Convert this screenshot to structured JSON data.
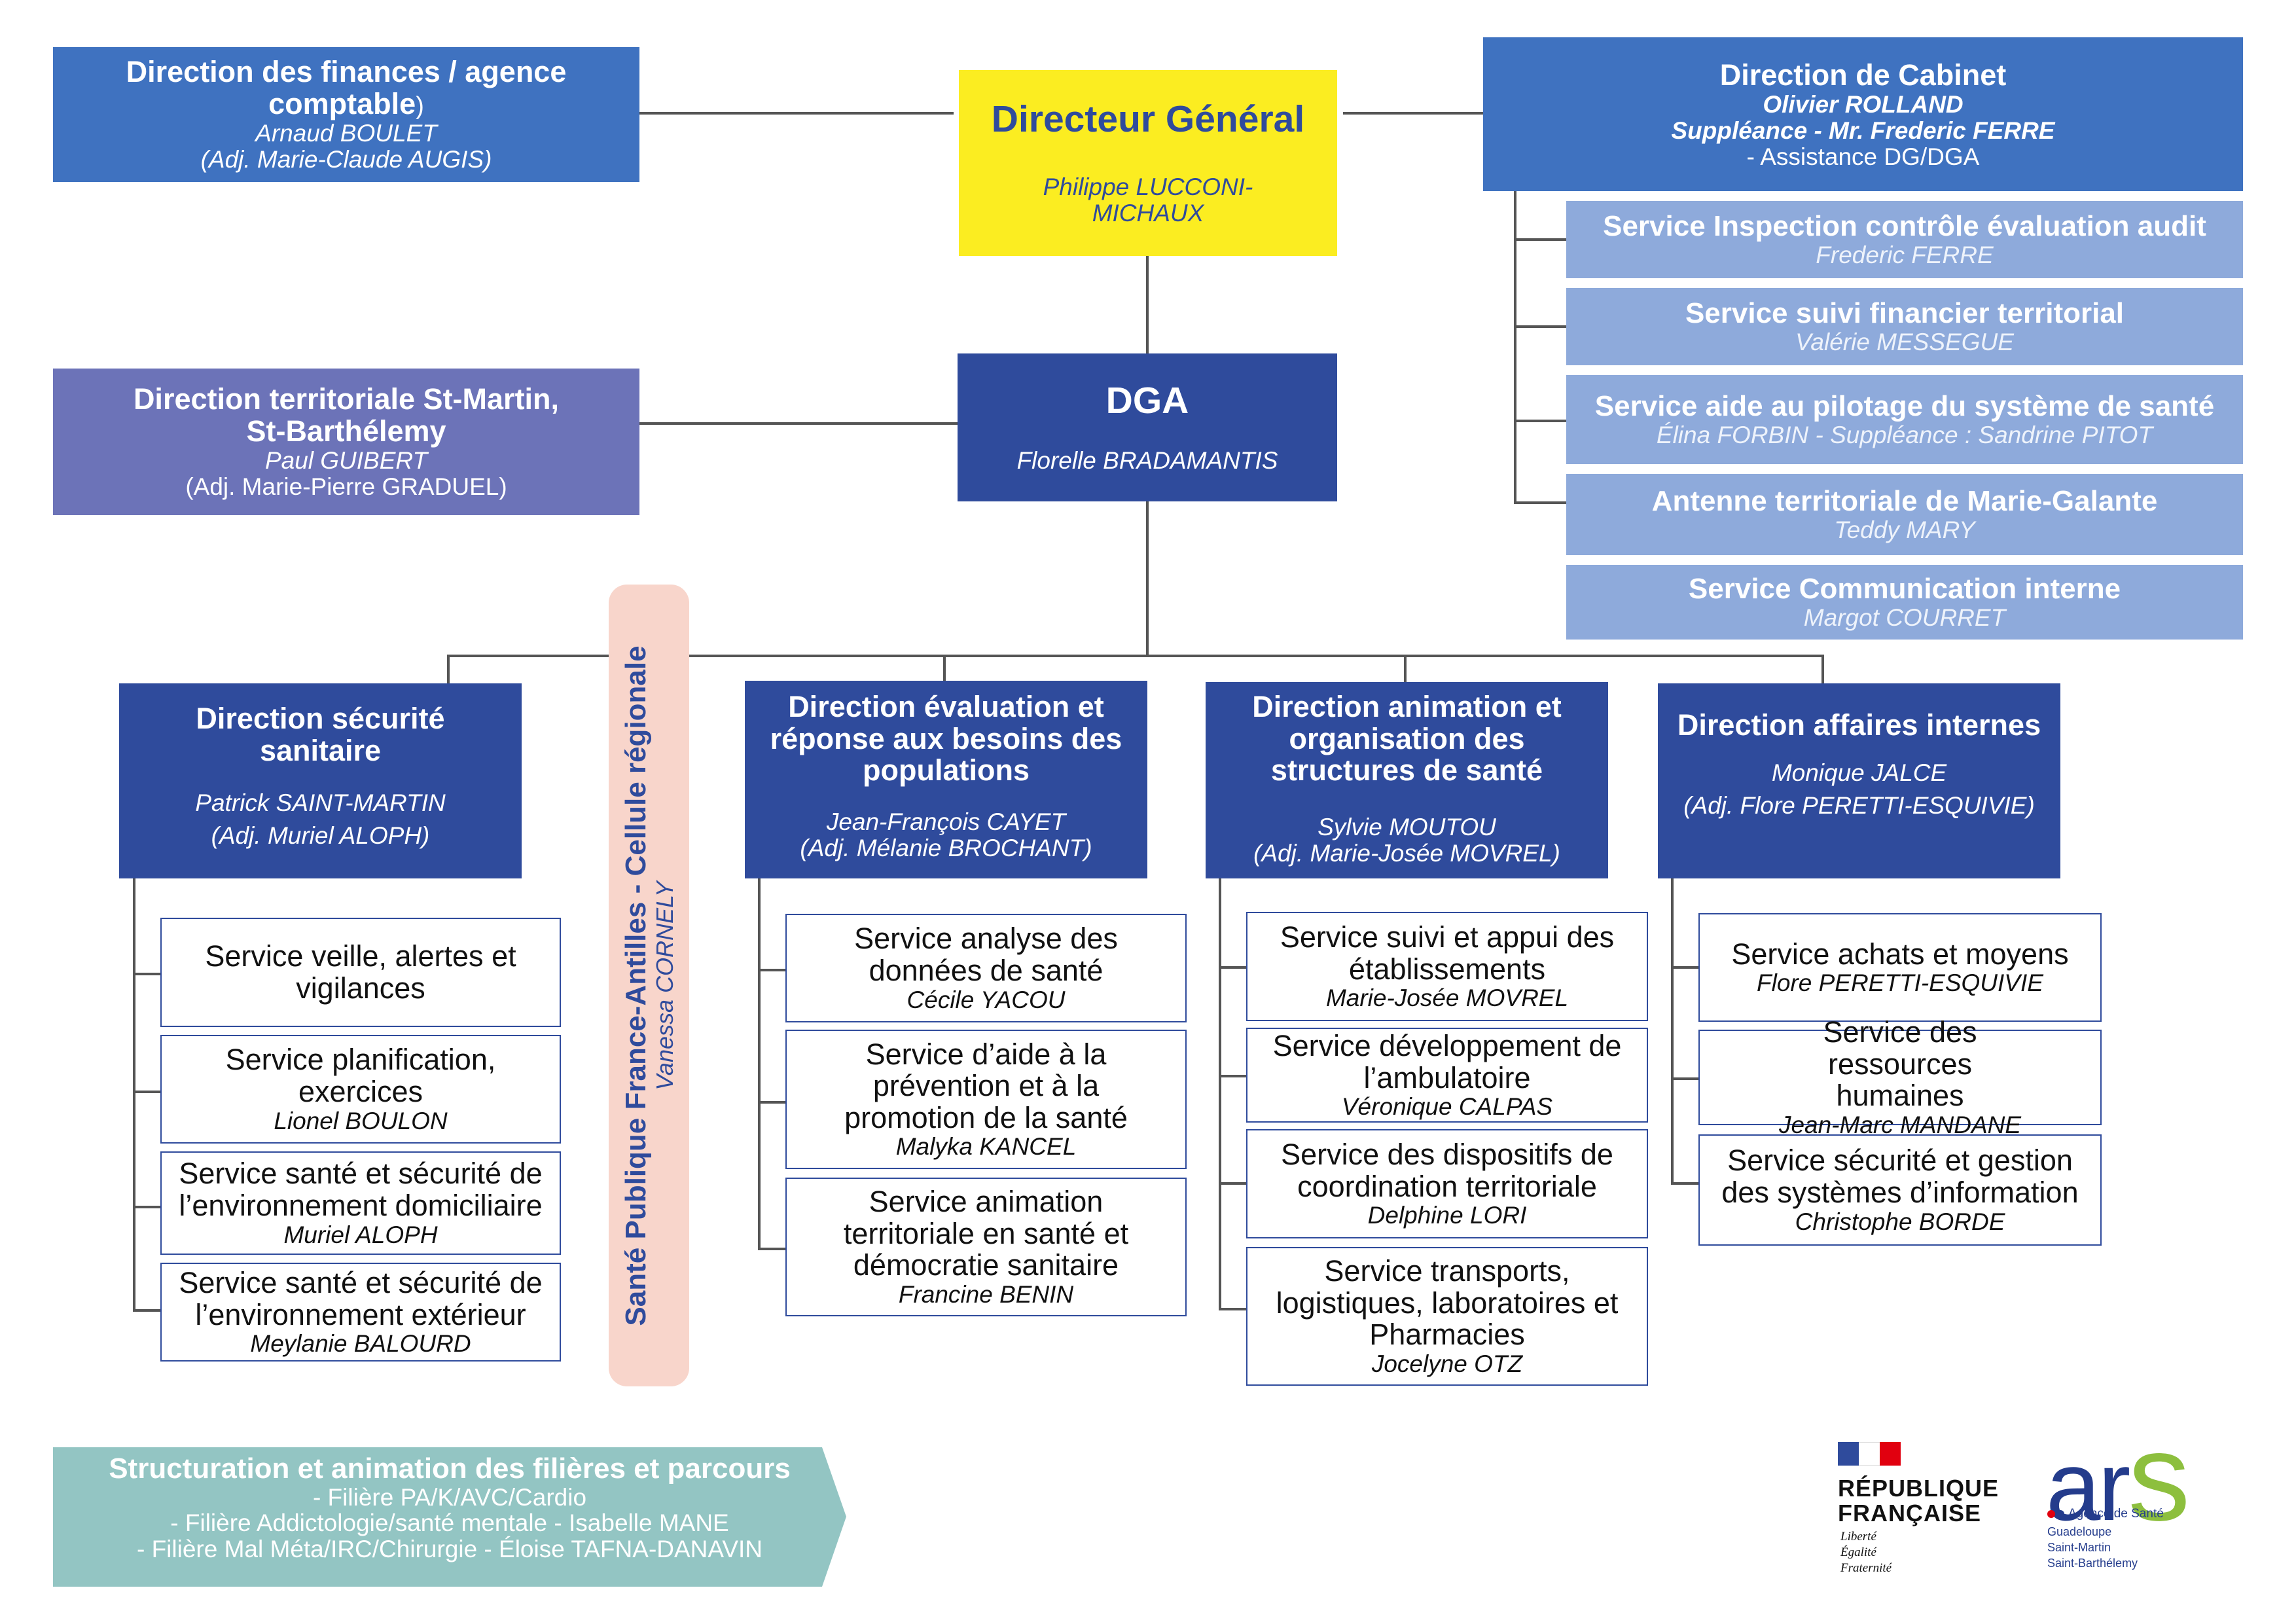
{
  "dg": {
    "title": "Directeur Général",
    "name": "Philippe LUCCONI-MICHAUX"
  },
  "dga": {
    "title": "DGA",
    "name": "Florelle BRADAMANTIS"
  },
  "finances": {
    "title": "Direction des finances / agence comptable",
    "paren": ")",
    "name": "Arnaud BOULET",
    "adj": "(Adj. Marie-Claude AUGIS)"
  },
  "territoriale": {
    "title": "Direction territoriale St-Martin, St-Barthélemy",
    "name": "Paul GUIBERT",
    "adj": "(Adj. Marie-Pierre GRADUEL)"
  },
  "cabinet": {
    "title": "Direction de Cabinet",
    "name": "Olivier ROLLAND",
    "suppleance": "Suppléance - Mr. Frederic FERRE",
    "assist": "-  Assistance DG/DGA"
  },
  "cabinet_services": [
    {
      "title": "Service Inspection contrôle évaluation audit",
      "name": "Frederic FERRE"
    },
    {
      "title": "Service suivi financier territorial",
      "name": "Valérie MESSEGUE"
    },
    {
      "title": "Service aide au pilotage du système de santé",
      "name": "Élina FORBIN - Suppléance : Sandrine PITOT"
    },
    {
      "title": "Antenne territoriale de Marie-Galante",
      "name": "Teddy MARY"
    },
    {
      "title": "Service Communication interne",
      "name": "Margot COURRET"
    }
  ],
  "spf": {
    "title": "Santé Publique France-Antilles - Cellule régionale",
    "name": "Vanessa CORNELY"
  },
  "directions": [
    {
      "title": "Direction sécurité sanitaire",
      "name": "Patrick SAINT-MARTIN",
      "adj": "(Adj. Muriel ALOPH)",
      "services": [
        {
          "title": "Service veille, alertes et vigilances",
          "name": ""
        },
        {
          "title": "Service planification, exercices",
          "name": "Lionel BOULON"
        },
        {
          "title": "Service santé et sécurité de l’environnement domiciliaire",
          "name": "Muriel ALOPH"
        },
        {
          "title": "Service santé et sécurité de l’environnement extérieur",
          "name": "Meylanie BALOURD"
        }
      ]
    },
    {
      "title": "Direction évaluation et réponse aux besoins des populations",
      "name": "Jean-François CAYET",
      "adj": "(Adj. Mélanie BROCHANT)",
      "services": [
        {
          "title": "Service analyse des données de santé",
          "name": "Cécile YACOU"
        },
        {
          "title": "Service d’aide à la prévention et à la promotion de la santé",
          "name": "Malyka KANCEL"
        },
        {
          "title": "Service animation territoriale en santé et démocratie sanitaire",
          "name": "Francine BENIN"
        }
      ]
    },
    {
      "title": "Direction animation et organisation des structures de santé",
      "name": "Sylvie MOUTOU",
      "adj": "(Adj. Marie-Josée MOVREL)",
      "services": [
        {
          "title": "Service suivi et appui des établissements",
          "name": "Marie-Josée MOVREL"
        },
        {
          "title": "Service développement de l’ambulatoire",
          "name": "Véronique CALPAS"
        },
        {
          "title": "Service des dispositifs de coordination territoriale",
          "name": "Delphine LORI"
        },
        {
          "title": "Service transports, logistiques, laboratoires et Pharmacies",
          "name": "Jocelyne OTZ"
        }
      ]
    },
    {
      "title": "Direction affaires internes",
      "name": "Monique JALCE",
      "adj": "(Adj. Flore PERETTI-ESQUIVIE)",
      "services": [
        {
          "title": "Service achats et moyens",
          "name": "Flore PERETTI-ESQUIVIE"
        },
        {
          "title": "Service des ressources humaines",
          "name": "Jean-Marc MANDANE"
        },
        {
          "title": "Service sécurité et gestion des systèmes d’information",
          "name": "Christophe BORDE"
        }
      ]
    }
  ],
  "filieres": {
    "title": "Structuration et animation des filières et parcours",
    "items": [
      "- Filière PA/K/AVC/Cardio",
      "- Filière Addictologie/santé mentale - Isabelle MANE",
      "- Filière Mal Méta/IRC/Chirurgie - Éloise TAFNA-DANAVIN"
    ]
  },
  "logos": {
    "rf": [
      "RÉPUBLIQUE",
      "FRANÇAISE"
    ],
    "rf_motto": [
      "Liberté",
      "Égalité",
      "Fraternité"
    ],
    "ars": "ars",
    "ars_sub": "Agence de Santé",
    "ars_regions": [
      "Guadeloupe",
      "Saint-Martin",
      "Saint-Barthélemy"
    ]
  },
  "colors": {
    "dg": "#fbed21",
    "dark": "#2f4b9c",
    "finance": "#3f72c0",
    "territoriale": "#6c73b8",
    "sub": "#8eaadb",
    "spf": "#f8d5cb",
    "filieres": "#93c5c3",
    "ars_blue": "#243c8c",
    "ars_green": "#8dbf3e"
  }
}
